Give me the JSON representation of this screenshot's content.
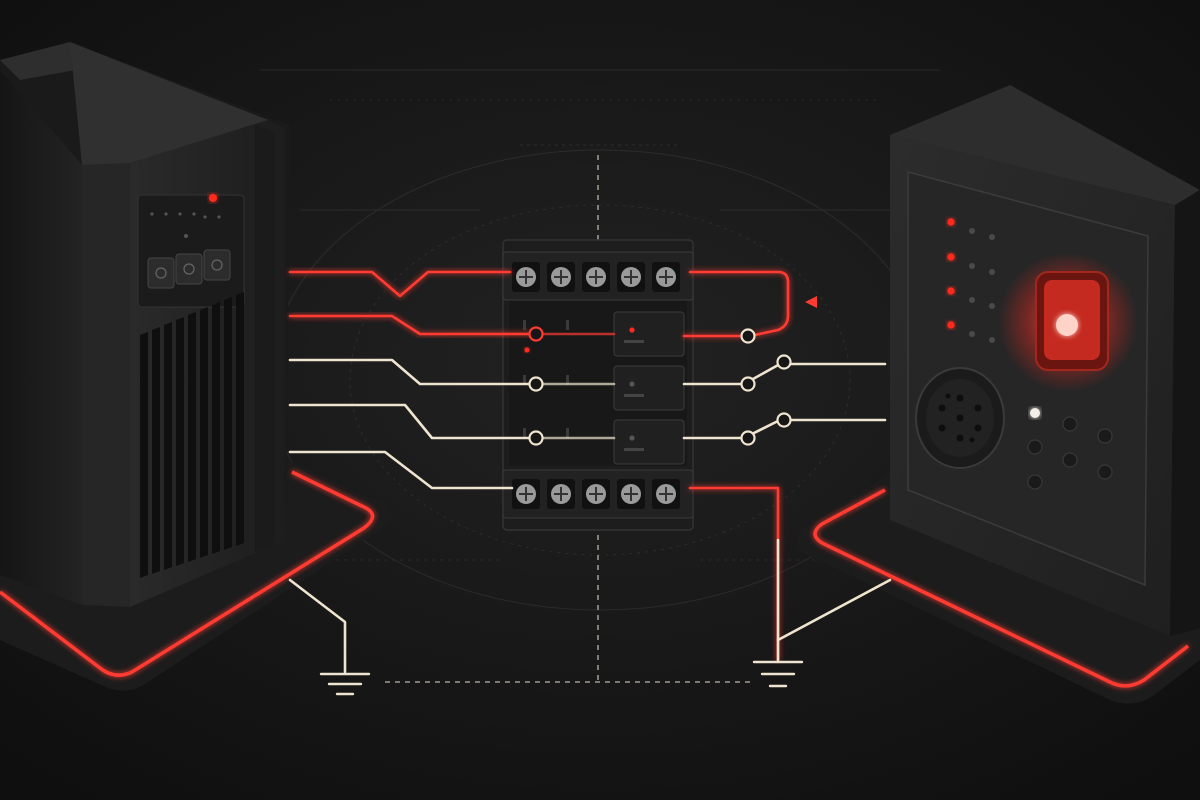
{
  "colors": {
    "background": "#161616",
    "signal_red": "#ff3b32",
    "wire_cream": "#efe4cf",
    "device_body": "#242424",
    "device_face": "#2b2b2b",
    "led_red": "#ff2a1f",
    "led_white": "#f4efe6"
  },
  "devices": [
    {
      "id": "power-supply-unit",
      "kind": "tower",
      "icon": "power-supply-icon",
      "buttons": 3,
      "status_led": "red",
      "vent_slots": 9
    },
    {
      "id": "relay-terminal-module",
      "kind": "terminal-block",
      "icon": "terminal-block-icon",
      "terminals_top": 5,
      "terminals_bottom": 5,
      "relays": 3
    },
    {
      "id": "alarm-panel",
      "kind": "wall-panel",
      "icon": "alarm-panel-icon",
      "indicator_rows": 4,
      "strobe": "red",
      "speaker": true,
      "keypad_keys": 9
    }
  ],
  "connections": [
    {
      "id": "wire-1",
      "from": "power-supply-unit",
      "to": "terminal-top-1",
      "color": "red"
    },
    {
      "id": "wire-2",
      "from": "power-supply-unit",
      "to": "relay-1",
      "color": "red"
    },
    {
      "id": "wire-3",
      "from": "power-supply-unit",
      "to": "relay-2",
      "color": "cream"
    },
    {
      "id": "wire-4",
      "from": "power-supply-unit",
      "to": "relay-3",
      "color": "cream"
    },
    {
      "id": "wire-5",
      "from": "power-supply-unit",
      "to": "terminal-bottom-1",
      "color": "cream"
    },
    {
      "id": "loop-out",
      "from": "terminal-top-5",
      "to": "relay-1",
      "color": "red"
    },
    {
      "id": "panel-feed",
      "from": "alarm-panel",
      "to": "loop-out",
      "color": "red",
      "arrow": true
    },
    {
      "id": "switch-2",
      "from": "relay-2",
      "to": "alarm-panel",
      "color": "cream"
    },
    {
      "id": "switch-3",
      "from": "relay-3",
      "to": "alarm-panel",
      "color": "cream"
    },
    {
      "id": "ground-line",
      "from": "terminal-bottom-5",
      "to": "ground-right",
      "color": "cream"
    }
  ],
  "grounds": [
    {
      "id": "ground-left",
      "icon": "ground-symbol-icon"
    },
    {
      "id": "ground-right",
      "icon": "ground-symbol-icon"
    }
  ]
}
